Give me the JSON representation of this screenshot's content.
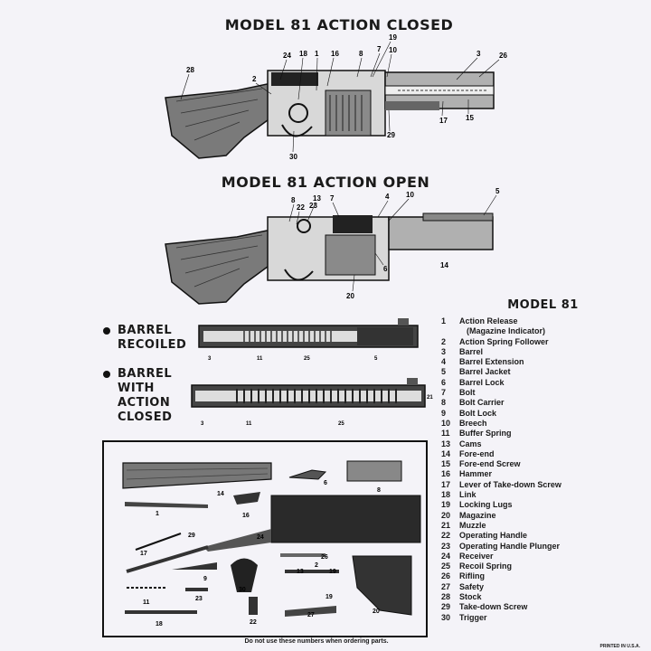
{
  "titles": {
    "closed": "MODEL 81 ACTION CLOSED",
    "open": "MODEL 81 ACTION OPEN"
  },
  "callouts_closed": [
    "28",
    "2",
    "24",
    "18",
    "1",
    "16",
    "8",
    "19",
    "7",
    "10",
    "3",
    "26",
    "15",
    "17",
    "29",
    "30"
  ],
  "callouts_open": [
    "8",
    "22",
    "13",
    "23",
    "7",
    "4",
    "10",
    "5",
    "6",
    "14",
    "20"
  ],
  "side_labels": {
    "recoiled": [
      "BARREL",
      "RECOILED"
    ],
    "closed": [
      "BARREL",
      "WITH",
      "ACTION",
      "CLOSED"
    ]
  },
  "barrel_callouts_recoiled": [
    "3",
    "11",
    "25",
    "5"
  ],
  "barrel_callouts_closed": [
    "3",
    "11",
    "25",
    "21"
  ],
  "parts_callouts": [
    "14",
    "6",
    "8",
    "1",
    "16",
    "24",
    "17",
    "29",
    "9",
    "30",
    "26",
    "2",
    "13",
    "19",
    "11",
    "23",
    "19",
    "27",
    "20",
    "18",
    "22"
  ],
  "legend": {
    "title": "MODEL 81",
    "items": [
      {
        "n": "1",
        "t": "Action Release"
      },
      {
        "n": "",
        "t": "(Magazine Indicator)"
      },
      {
        "n": "2",
        "t": "Action Spring Follower"
      },
      {
        "n": "3",
        "t": "Barrel"
      },
      {
        "n": "4",
        "t": "Barrel Extension"
      },
      {
        "n": "5",
        "t": "Barrel Jacket"
      },
      {
        "n": "6",
        "t": "Barrel Lock"
      },
      {
        "n": "7",
        "t": "Bolt"
      },
      {
        "n": "8",
        "t": "Bolt Carrier"
      },
      {
        "n": "9",
        "t": "Bolt Lock"
      },
      {
        "n": "10",
        "t": "Breech"
      },
      {
        "n": "11",
        "t": "Buffer Spring"
      },
      {
        "n": "13",
        "t": "Cams"
      },
      {
        "n": "14",
        "t": "Fore-end"
      },
      {
        "n": "15",
        "t": "Fore-end Screw"
      },
      {
        "n": "16",
        "t": "Hammer"
      },
      {
        "n": "17",
        "t": "Lever of Take-down Screw"
      },
      {
        "n": "18",
        "t": "Link"
      },
      {
        "n": "19",
        "t": "Locking Lugs"
      },
      {
        "n": "20",
        "t": "Magazine"
      },
      {
        "n": "21",
        "t": "Muzzle"
      },
      {
        "n": "22",
        "t": "Operating Handle"
      },
      {
        "n": "23",
        "t": "Operating Handle Plunger"
      },
      {
        "n": "24",
        "t": "Receiver"
      },
      {
        "n": "25",
        "t": "Recoil Spring"
      },
      {
        "n": "26",
        "t": "Rifling"
      },
      {
        "n": "27",
        "t": "Safety"
      },
      {
        "n": "28",
        "t": "Stock"
      },
      {
        "n": "29",
        "t": "Take-down Screw"
      },
      {
        "n": "30",
        "t": "Trigger"
      }
    ]
  },
  "footer": {
    "note": "Do not use these numbers when ordering parts.",
    "printed": "PRINTED IN U.S.A."
  },
  "colors": {
    "ink": "#1a1a1a",
    "paper": "#f4f3f8",
    "wood": "#6e6e6e",
    "metal": "#3a3a3a"
  }
}
